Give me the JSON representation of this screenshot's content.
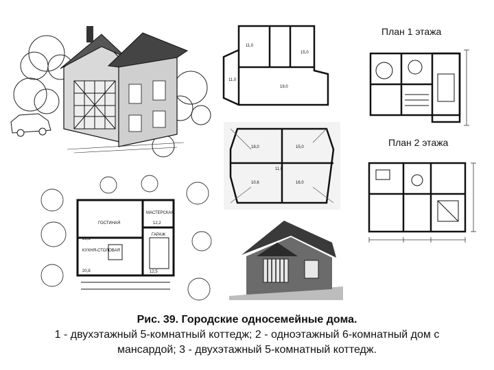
{
  "figure": {
    "plan_titles": {
      "floor1": "План 1 этажа",
      "floor2": "План 2 этажа"
    },
    "caption": {
      "line1": "Рис. 39. Городские односемейные дома.",
      "line2": "1 - двухэтажный 5-комнатный коттедж; 2 - одноэтажный 6-комнатный дом с",
      "line3": "мансардой; 3 - двухэтажный 5-комнатный коттедж."
    },
    "plan_labels": {
      "octagon_plan": {
        "r1": "11,0",
        "r2": "19,0",
        "r3": "11,0",
        "r4": "15,0"
      },
      "attic_plan": {
        "r1": "18,0",
        "r2": "15,0",
        "r3": "16,0",
        "r4": "10,6",
        "r5": "11,0"
      },
      "ground_plan": {
        "living": "ГОСТИНАЯ",
        "workshop": "МАСТЕРСКАЯ",
        "kitchen": "КУХНЯ-СТОЛОВАЯ",
        "garage": "ГАРАЖ",
        "a1": "26,3",
        "a2": "12,2",
        "a3": "20,8",
        "a4": "12,5"
      }
    }
  }
}
